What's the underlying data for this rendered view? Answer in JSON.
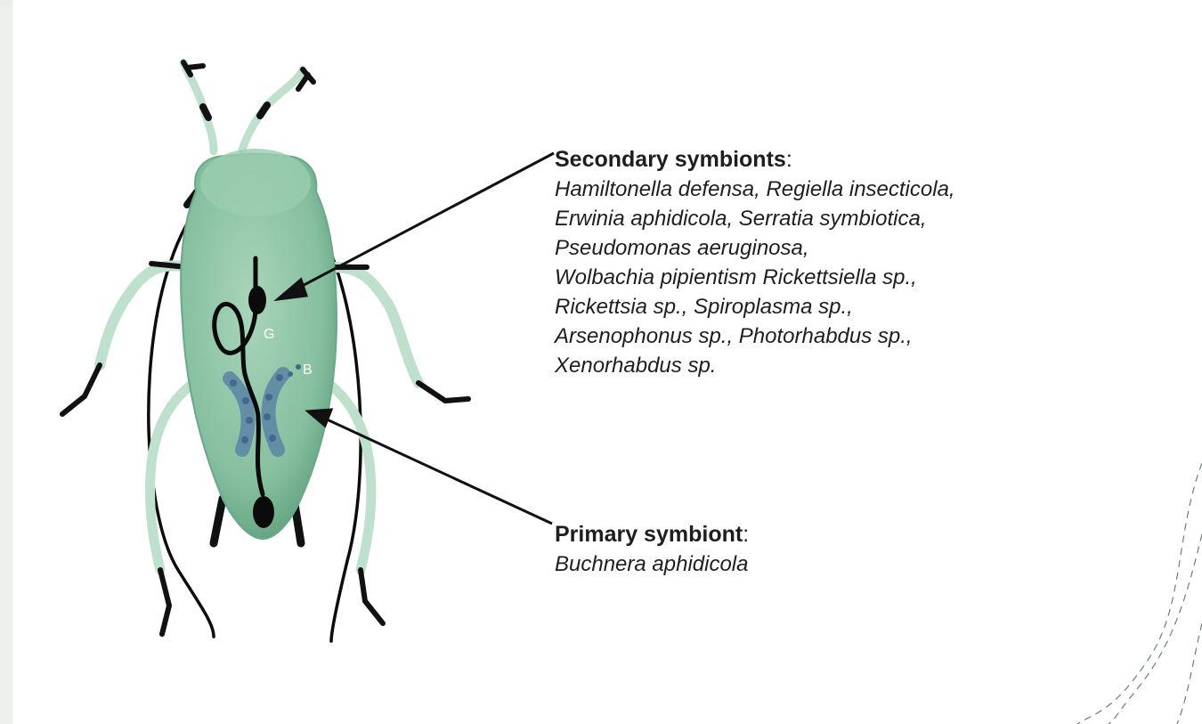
{
  "labels": {
    "secondary": {
      "title": "Secondary symbionts",
      "colon": ":",
      "species_lines": [
        "Hamiltonella defensa, Regiella insecticola,",
        "Erwinia aphidicola, Serratia symbiotica,",
        "Pseudomonas aeruginosa,",
        "Wolbachia pipientism Rickettsiella sp.,",
        "Rickettsia sp., Spiroplasma sp.,",
        "Arsenophonus sp., Photorhabdus sp.,",
        "Xenorhabdus sp."
      ]
    },
    "primary": {
      "title": "Primary symbiont",
      "colon": ":",
      "species_lines": [
        "Buchnera aphidicola"
      ]
    }
  },
  "organ_letters": {
    "gut": "G",
    "bacteriocytes": "B"
  },
  "colors": {
    "body": "#8cc3a4",
    "body_dark": "#5e9f7d",
    "legs": "#bfe0cc",
    "joints": "#111111",
    "bacteriocytes": "#5f88a6",
    "text": "#1e1e1e",
    "decor_dash": "#6d7f76"
  }
}
